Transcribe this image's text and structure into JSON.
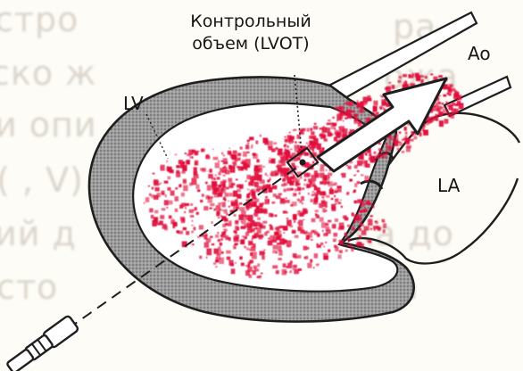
{
  "labels": {
    "sample_volume_line1": "Контрольный",
    "sample_volume_line2": "объем (LVOT)",
    "lv": "LV",
    "ao": "Ao",
    "la": "LA"
  },
  "colors": {
    "myocardium_fill": "#8f8f8f",
    "flow_color": "#e0103c",
    "outline": "#1e1e1e",
    "background": "#fdfcf6"
  },
  "icon_names": [
    "doppler-transducer-icon",
    "flow-direction-arrow-icon"
  ]
}
